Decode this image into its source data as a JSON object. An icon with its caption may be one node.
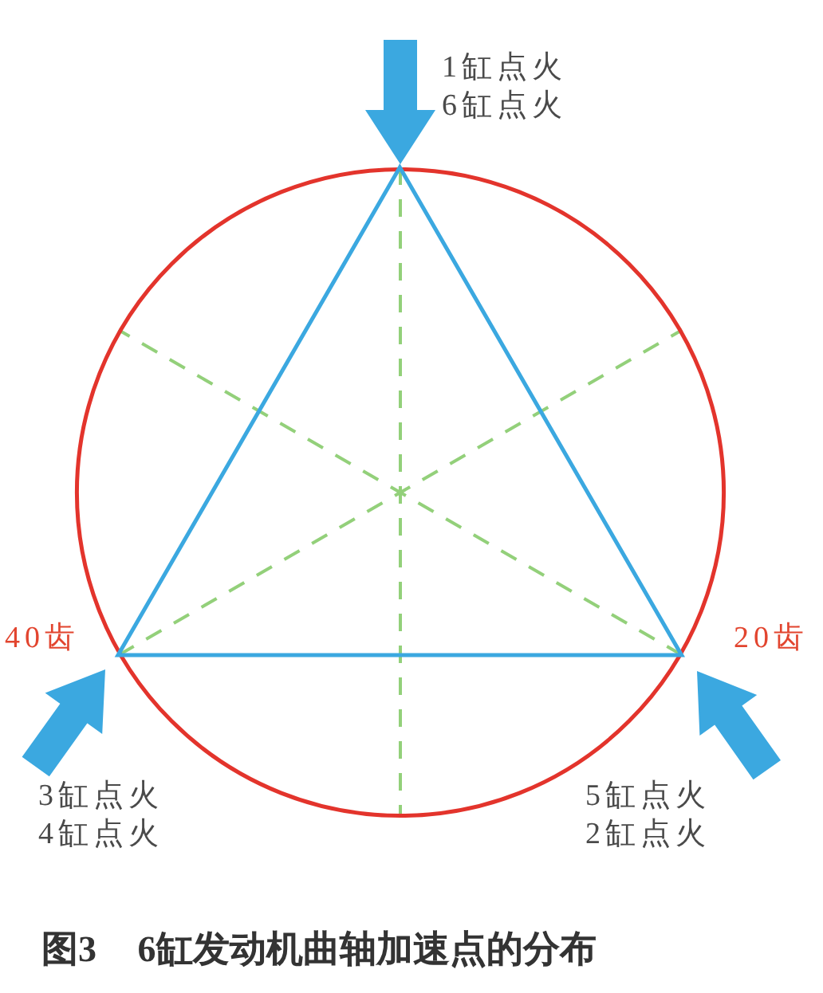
{
  "diagram": {
    "caption": "图3 6缸发动机曲轴加速点的分布",
    "nodes": [
      {
        "text": [],
        "shape": "circle"
      },
      {
        "text": [],
        "shape": "triangle",
        "in": 0
      }
    ],
    "labels": [
      "1缸点火",
      "6缸点火",
      "40齿",
      "20齿",
      "3缸点火",
      "4缸点火",
      "5缸点火",
      "2缸点火"
    ]
  }
}
